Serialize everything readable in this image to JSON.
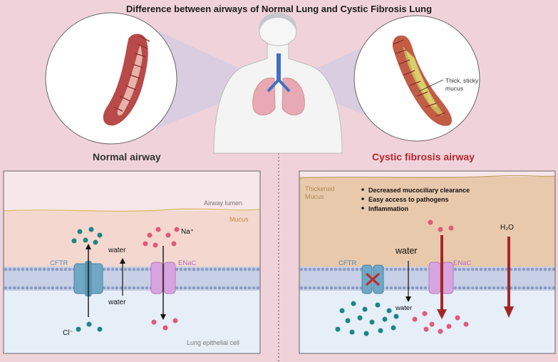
{
  "title": "Difference between airways of Normal Lung and Cystic Fibrosis Lung",
  "normal": {
    "heading": "Normal airway",
    "lumen": "Airway lumen",
    "mucus": "Mucus",
    "cftr": "CFTR",
    "enac": "ENaC",
    "water_up": "water",
    "water_down": "water",
    "na": "Na⁺",
    "cl": "Cl⁻",
    "cell": "Lung epithelial cell"
  },
  "cf": {
    "heading": "Cystic fibrosis airway",
    "callout": [
      "Thick, sticky",
      "mucus"
    ],
    "thick_mucus": [
      "Thickened",
      "Mucus"
    ],
    "bullets": [
      "Decreased mucociliary clearance",
      "Easy access to pathogens",
      "Inflammation"
    ],
    "cftr": "CFTR",
    "enac": "ENaC",
    "water_big": "water",
    "water_small": "water",
    "h2o": "H₂O"
  },
  "colors": {
    "background": "#f0d3da",
    "mucus": "#f4d8cf",
    "thick_mucus": "#e8c9ac",
    "cell": "#e6eef8",
    "membrane": "#9aa8cc",
    "cftr": "#6fa7c4",
    "enac": "#d8a4df",
    "chloride": "#1e8585",
    "sodium": "#e05a7a",
    "arrow_red": "#a62626",
    "cf_heading": "#b3282d"
  }
}
